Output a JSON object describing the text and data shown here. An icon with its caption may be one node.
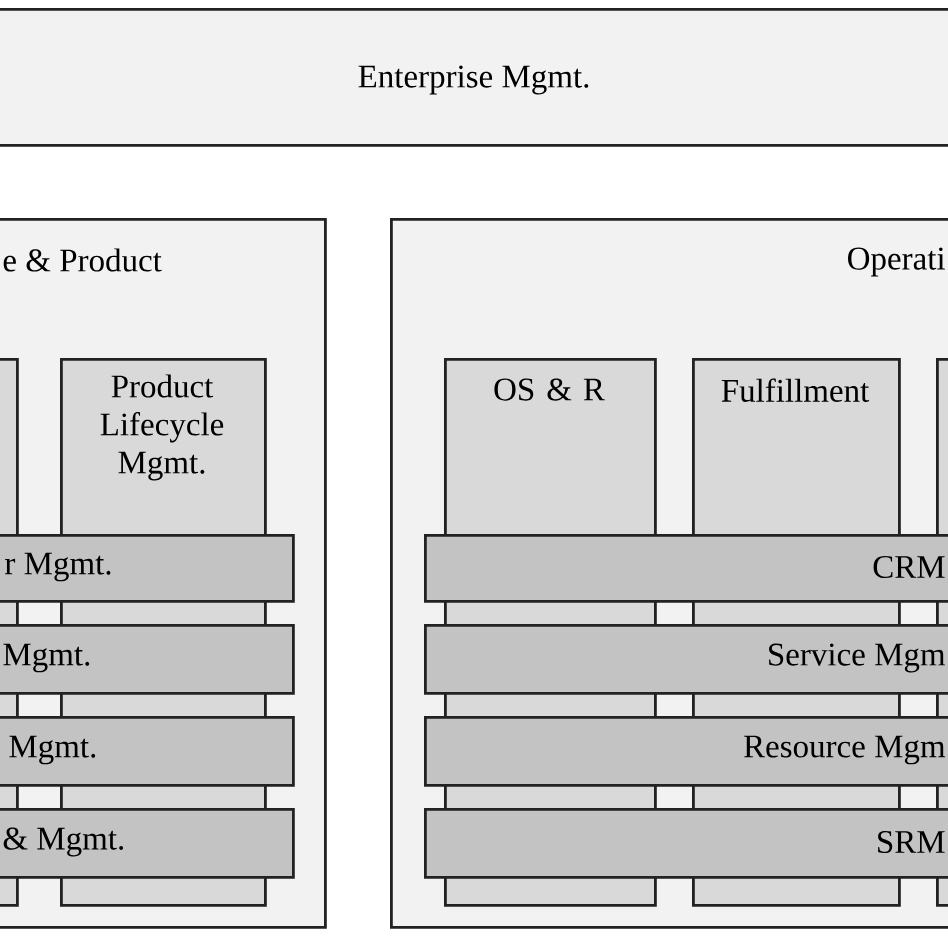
{
  "diagram": {
    "nodes": [
      {
        "text": [
          "Enterprise Mgmt."
        ]
      },
      {
        "text": [
          "e & Product"
        ]
      },
      {
        "text": [],
        "shape": "box",
        "in": 1
      },
      {
        "text": [
          "Product Lifecycle Mgmt."
        ],
        "in": 1
      },
      {
        "text": [
          "r Mgmt."
        ],
        "in": 1
      },
      {
        "text": [
          "Mgmt."
        ],
        "in": 1
      },
      {
        "text": [
          "Mgmt."
        ],
        "in": 1
      },
      {
        "text": [
          "& Mgmt."
        ],
        "in": 1
      },
      {
        "text": [
          "Operati"
        ]
      },
      {
        "text": [
          "OS & R"
        ],
        "in": 8
      },
      {
        "text": [
          "Fulfillment"
        ],
        "in": 8
      },
      {
        "text": [],
        "shape": "box",
        "in": 8
      },
      {
        "text": [
          "CRM"
        ],
        "in": 8
      },
      {
        "text": [
          "Service Mgm"
        ],
        "in": 8
      },
      {
        "text": [
          "Resource Mgm"
        ],
        "in": 8
      },
      {
        "text": [
          "SRM"
        ],
        "in": 8
      }
    ]
  }
}
